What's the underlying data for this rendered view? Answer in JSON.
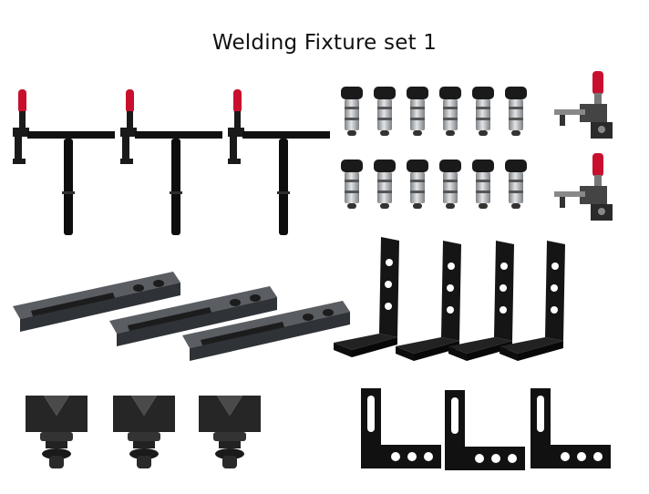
{
  "title": "Welding Fixture set 1",
  "colors": {
    "metal_dark": "#1a1a1a",
    "metal_black": "#0d0d0d",
    "steel": "#b9bcbf",
    "steel_shadow": "#7d8185",
    "handle_red": "#c8102e",
    "bar_grey": "#4a4d52"
  },
  "groups": [
    {
      "name": "screw-clamp",
      "count": 3
    },
    {
      "name": "locating-pin",
      "count": 12
    },
    {
      "name": "toggle-clamp",
      "count": 2
    },
    {
      "name": "flat-stop-bar",
      "count": 3
    },
    {
      "name": "angle-bracket",
      "count": 4
    },
    {
      "name": "v-block-prism",
      "count": 3
    },
    {
      "name": "l-square-stop",
      "count": 3
    }
  ]
}
